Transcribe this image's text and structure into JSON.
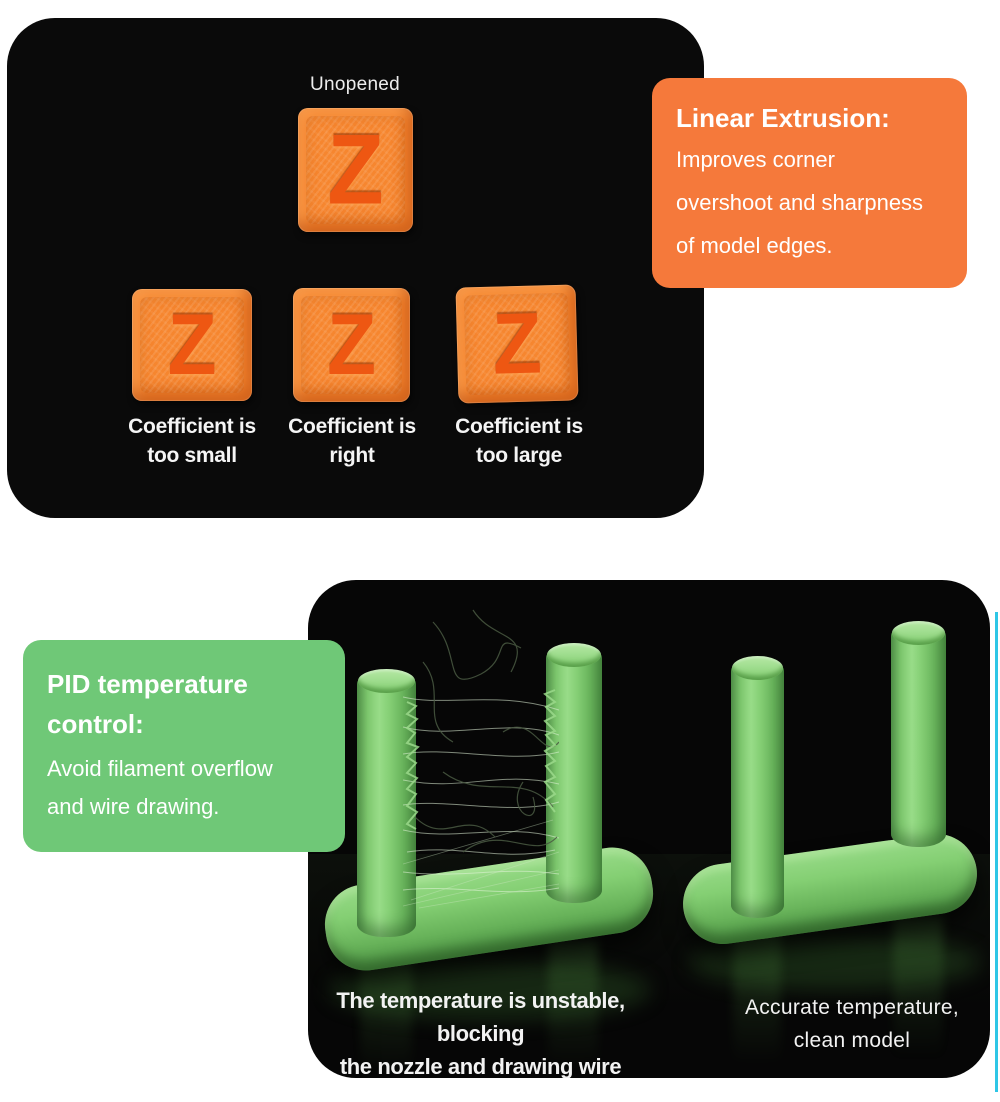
{
  "top_section": {
    "unopened_label": "Unopened",
    "cube_letter": "Z",
    "cube_captions": [
      {
        "line1": "Coefficient is",
        "line2": "too small"
      },
      {
        "line1": "Coefficient is",
        "line2": "right"
      },
      {
        "line1": "Coefficient is",
        "line2": "too large"
      }
    ],
    "callout": {
      "title": "Linear Extrusion:",
      "body_lines": [
        "Improves corner",
        "overshoot and sharpness",
        "of model edges."
      ],
      "bg_color": "#F5793B",
      "text_color": "#FFFFFF"
    },
    "panel_bg": "#0A0A0A",
    "cube_color": "#F6862F",
    "cube_letter_color": "#EE5712"
  },
  "bottom_section": {
    "callout": {
      "title_lines": [
        "PID temperature",
        "control:"
      ],
      "body_lines": [
        "Avoid filament overflow",
        "and wire drawing."
      ],
      "bg_color": "#6FC877",
      "text_color": "#FFFFFF"
    },
    "captions": {
      "left_lines": [
        "The temperature is unstable, blocking",
        "the nozzle and drawing wire"
      ],
      "right_lines": [
        "Accurate temperature,",
        "clean model"
      ]
    },
    "panel_bg": "#060606",
    "print_color": "#7CC96D",
    "accent_line_color": "#2EC6E6"
  }
}
